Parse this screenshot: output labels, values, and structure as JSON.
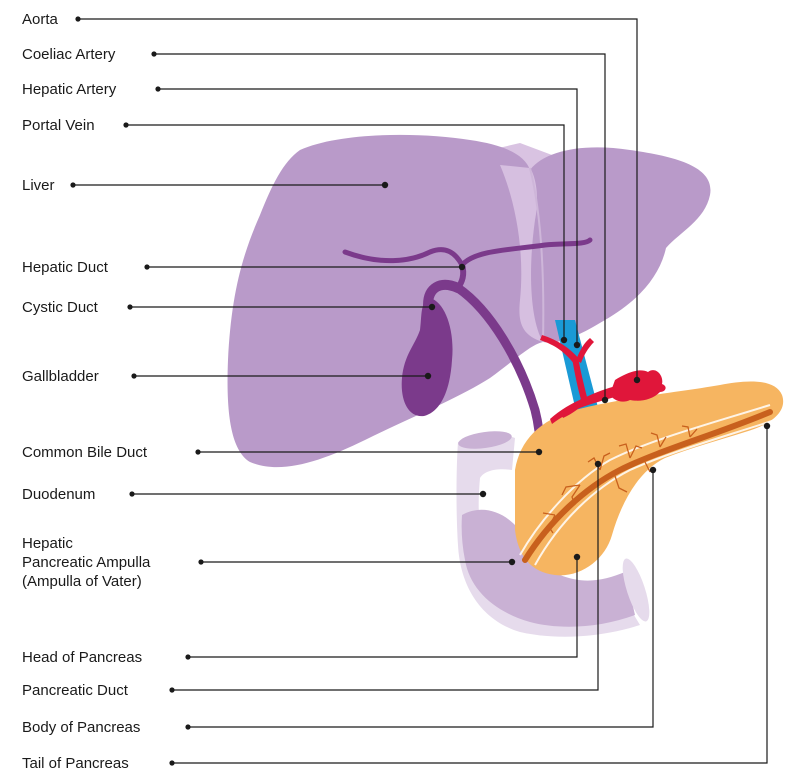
{
  "labels": {
    "aorta": "Aorta",
    "coeliac_artery": "Coeliac Artery",
    "hepatic_artery": "Hepatic Artery",
    "portal_vein": "Portal Vein",
    "liver": "Liver",
    "hepatic_duct": "Hepatic Duct",
    "cystic_duct": "Cystic Duct",
    "gallbladder": "Gallbladder",
    "common_bile_duct": "Common Bile Duct",
    "duodenum": "Duodenum",
    "ampulla_line1": "Hepatic",
    "ampulla_line2": "Pancreatic Ampulla",
    "ampulla_line3": "(Ampulla of Vater)",
    "head_of_pancreas": "Head of Pancreas",
    "pancreatic_duct": "Pancreatic Duct",
    "body_of_pancreas": "Body of Pancreas",
    "tail_of_pancreas": "Tail of Pancreas"
  },
  "colors": {
    "liver": "#b99ac9",
    "liver_light": "#d9c3e2",
    "gallbladder": "#7b3a8b",
    "bile_duct": "#7b3a8b",
    "portal_vein": "#1a9ad6",
    "artery": "#e0163a",
    "pancreas": "#f6b561",
    "pancreas_inner": "#f2a23f",
    "pancreatic_duct": "#c8601d",
    "duodenum": "#c9b1d4",
    "duodenum_light": "#e6dbec",
    "leader_line": "#1a1a1a"
  }
}
